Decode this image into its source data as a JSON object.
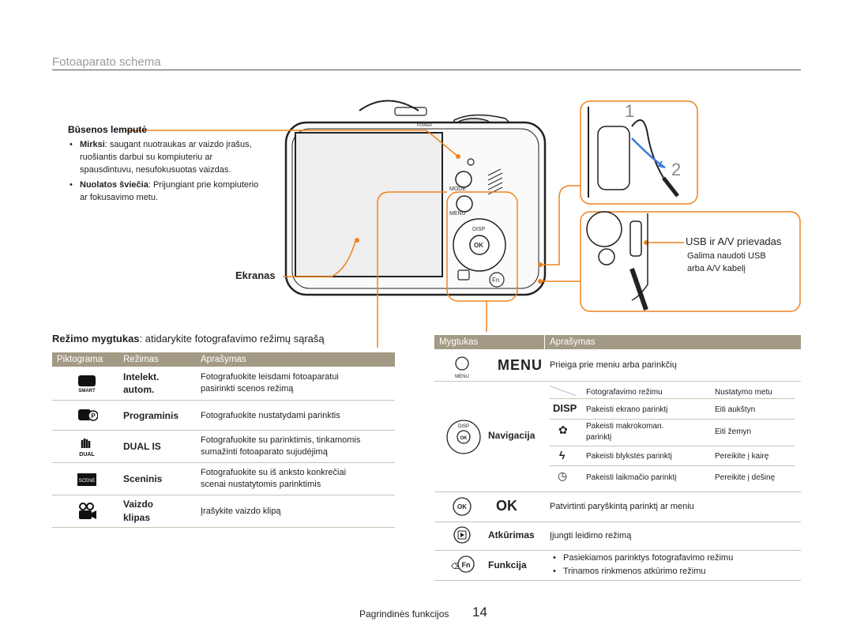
{
  "header": {
    "title": "Fotoaparato schema"
  },
  "status_lamp": {
    "title": "Būsenos lemputė",
    "items": [
      {
        "term": "Mirksi",
        "text": ": saugant nuotraukas ar vaizdo įrašus, ruošiantis darbui su kompiuteriu ar spausdintuvu, nesufokusuotas vaizdas."
      },
      {
        "term": "Nuolatos šviečia",
        "text": ": Prijungiant prie kompiuterio ar fokusavimo metu."
      }
    ]
  },
  "screen_label": "Ekranas",
  "mode_button": {
    "term": "Režimo mygtukas",
    "text": ": atidarykite fotografavimo režimų sąrašą"
  },
  "usb": {
    "title": "USB ir A/V prievadas",
    "text1": "Galima naudoti USB",
    "text2": "arba A/V kabelį"
  },
  "strap_steps": {
    "one": "1",
    "two": "2"
  },
  "camera_labels": {
    "mode": "MODE",
    "menu": "MENU",
    "disp": "DISP",
    "ok": "OK",
    "fn": "Fn",
    "power": "POWER"
  },
  "modes_table": {
    "headers": [
      "Piktograma",
      "Režimas",
      "Aprašymas"
    ],
    "rows": [
      {
        "icon": "smart-auto-icon",
        "icon_text": "SMART",
        "mode": "Intelekt. autom.",
        "mode1": "Intelekt.",
        "mode2": "autom.",
        "desc1": "Fotografuokite leisdami fotoaparatui",
        "desc2": "pasirinkti scenos režimą"
      },
      {
        "icon": "program-icon",
        "icon_text": "P",
        "mode": "Programinis",
        "desc1": "Fotografuokite nustatydami parinktis",
        "desc2": ""
      },
      {
        "icon": "dual-is-icon",
        "icon_text": "DUAL",
        "mode": "DUAL IS",
        "desc1": "Fotografuokite su parinktimis, tinkamomis",
        "desc2": "sumažinti fotoaparato sujudėjimą"
      },
      {
        "icon": "scene-icon",
        "icon_text": "SCENE",
        "mode": "Sceninis",
        "desc1": "Fotografuokite su iš anksto konkrečiai",
        "desc2": "scenai nustatytomis parinktimis"
      },
      {
        "icon": "movie-icon",
        "icon_text": "",
        "mode1": "Vaizdo",
        "mode2": "klipas",
        "desc1": "Įrašykite vaizdo klipą",
        "desc2": ""
      }
    ]
  },
  "buttons_table": {
    "headers": [
      "Mygtukas",
      "Aprašymas"
    ],
    "menu": {
      "label": "MENU",
      "icon_text": "MENU",
      "desc": "Prieiga prie meniu arba parinkčių"
    },
    "navigation": {
      "label": "Navigacija",
      "sub_headers": [
        "Fotografavimo režimu",
        "Nustatymo metu"
      ],
      "rows": [
        {
          "icon": "disp-icon",
          "icon_text": "DISP",
          "a": "Pakeisti ekrano parinktį",
          "b": "Eiti aukštyn"
        },
        {
          "icon": "macro-icon",
          "icon_text": "✿",
          "a": "Pakeisti makrokoman. parinktį",
          "a1": "Pakeisti makrokoman.",
          "a2": "parinktį",
          "b": "Eiti žemyn"
        },
        {
          "icon": "flash-icon",
          "icon_text": "ϟ",
          "a": "Pakeisti blykstės parinktį",
          "b": "Pereikite į kairę"
        },
        {
          "icon": "timer-icon",
          "icon_text": "◷",
          "a": "Pakeisti laikmačio parinktį",
          "b": "Pereikite į dešinę"
        }
      ]
    },
    "ok": {
      "label": "OK",
      "icon_text": "OK",
      "desc": "Patvirtinti paryškintą parinktį ar meniu"
    },
    "playback": {
      "label": "Atkūrimas",
      "desc": "Įjungti leidimo režimą"
    },
    "function": {
      "label": "Funkcija",
      "icon_text": "Fn",
      "items": [
        "Pasiekiamos parinktys fotografavimo režimu",
        "Trinamos rinkmenos atkūrimo režimu"
      ]
    }
  },
  "footer": {
    "section": "Pagrindinės funkcijos",
    "page": "14"
  },
  "colors": {
    "accent": "#f0821e",
    "header_bg": "#a29a85"
  }
}
